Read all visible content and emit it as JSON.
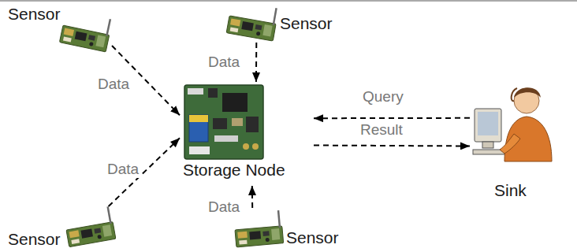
{
  "diagram": {
    "nodes": [
      {
        "text": [
          "Sensor"
        ]
      },
      {
        "text": [
          "Sensor"
        ]
      },
      {
        "text": [
          "Storage Node"
        ]
      },
      {
        "text": [
          "Sink"
        ]
      },
      {
        "text": [
          "Sensor"
        ]
      },
      {
        "text": [
          "Sensor"
        ]
      }
    ],
    "edges": [
      {
        "from": 0,
        "to": 2,
        "label": "Data",
        "arrow": "to"
      },
      {
        "from": 1,
        "to": 2,
        "label": "Data",
        "arrow": "to"
      },
      {
        "from": 4,
        "to": 2,
        "label": "Data",
        "arrow": "to"
      },
      {
        "from": 5,
        "to": 2,
        "label": "Data",
        "arrow": "to"
      },
      {
        "from": 3,
        "to": 2,
        "label": "Query",
        "arrow": "to"
      },
      {
        "from": 2,
        "to": 3,
        "label": "Result",
        "arrow": "to"
      }
    ]
  }
}
